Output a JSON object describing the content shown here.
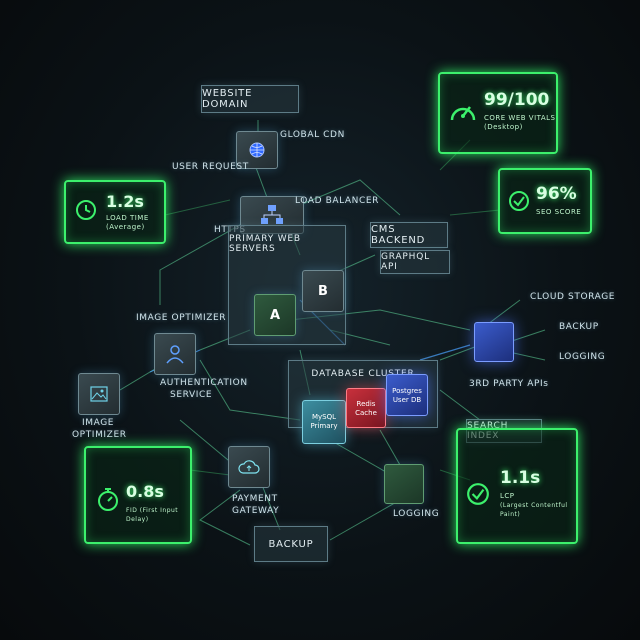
{
  "top": {
    "website_domain": "WEBSITE DOMAIN"
  },
  "flow_labels": {
    "user_request": "USER REQUEST",
    "global_cdn": "GLOBAL CDN",
    "load_balancer": "LOAD BALANCER",
    "https": "HTTPS",
    "image_optimizer": "IMAGE OPTIMIZER",
    "authentication": "AUTHENTICATION",
    "service": "SERVICE",
    "image": "IMAGE",
    "optimizer": "OPTIMIZER",
    "payment": "PAYMENT",
    "gateway": "GATEWAY",
    "logging_center": "LOGGING",
    "backup_bottom": "BACKUP",
    "third_party": "3RD PARTY APIs",
    "cloud_storage": "CLOUD STORAGE",
    "backup_right": "BACKUP",
    "logging_right": "LOGGING",
    "search_index": "SEARCH INDEX"
  },
  "servers": {
    "title": "PRIMARY WEB SERVERS",
    "a": "A",
    "b": "B"
  },
  "cms": {
    "backend": "CMS BACKEND",
    "graphql": "GRAPHQL API"
  },
  "database": {
    "title": "DATABASE CLUSTER",
    "mysql_1": "MySQL",
    "mysql_2": "Primary",
    "redis_1": "Redis",
    "redis_2": "Cache",
    "postgres_1": "Postgres",
    "postgres_2": "User DB"
  },
  "metrics": {
    "load": {
      "value": "1.2s",
      "label": "LOAD TIME",
      "sub": "(Average)"
    },
    "vitals": {
      "value": "99/100",
      "label": "CORE WEB VITALS",
      "sub": "(Desktop)"
    },
    "seo": {
      "value": "96%",
      "label": "SEO SCORE"
    },
    "fid": {
      "value": "0.8s",
      "label": "FID (First Input Delay)"
    },
    "lcp": {
      "value": "1.1s",
      "label": "LCP",
      "sub": "(Largest Contentful Paint)"
    }
  },
  "icons": {
    "globe": "globe-icon",
    "network": "network-icon",
    "user": "user-icon",
    "image": "image-icon",
    "cloud": "cloud-upload-icon",
    "clock": "clock-icon",
    "gauge": "gauge-icon",
    "check": "check-circle-icon",
    "stopwatch": "stopwatch-icon"
  },
  "colors": {
    "accent_green": "#3cf06c",
    "blue": "#3b5ccc",
    "red": "#c8303c",
    "teal": "#3d8ea0"
  }
}
